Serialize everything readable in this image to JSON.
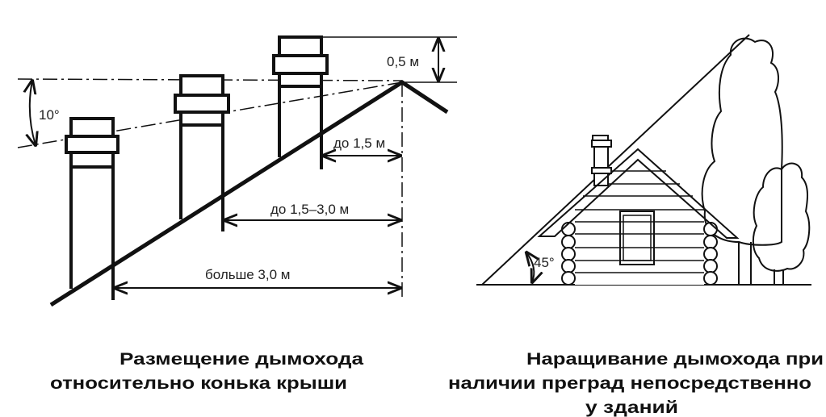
{
  "left_diagram": {
    "angle_label": "10°",
    "height_label": "0,5 м",
    "dist_near_label": "до 1,5 м",
    "dist_mid_label": "до 1,5–3,0 м",
    "dist_far_label": "больше 3,0 м",
    "caption_line1": "Размещение дымохода",
    "caption_line2": "относительно конька крыши"
  },
  "right_diagram": {
    "angle_label": "45°",
    "caption_line1": "Наращивание дымохода при",
    "caption_line2": "наличии преград непосредственно",
    "caption_line3": "у зданий"
  }
}
